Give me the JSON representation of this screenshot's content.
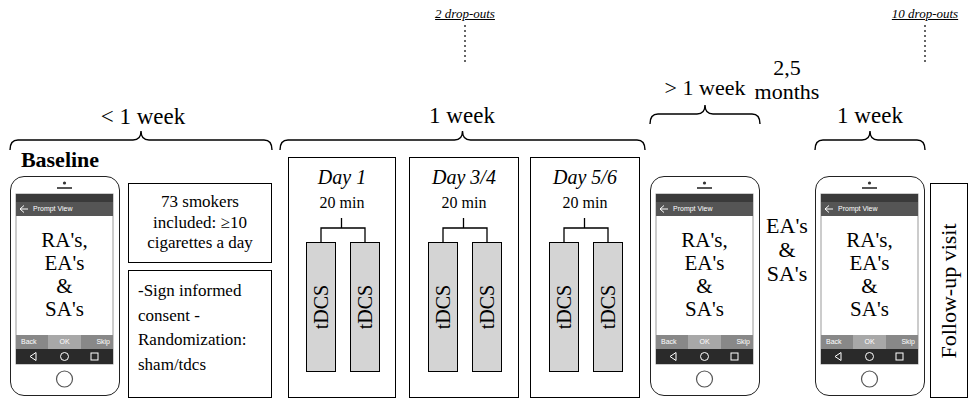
{
  "diagram": {
    "nodes": [
      {
        "text": [
          "Prompt View",
          "RA's, EA's & SA's",
          "Back",
          "OK",
          "Skip"
        ]
      },
      {
        "text": [
          "73 smokers included: ≥10 cigarettes a day"
        ]
      },
      {
        "text": [
          "-Sign informed consent -Randomization: sham/tdcs"
        ]
      },
      {
        "text": [
          "Day 1",
          "20 min"
        ]
      },
      {
        "text": [
          "tDCS"
        ],
        "in": 3
      },
      {
        "text": [
          "tDCS"
        ],
        "in": 3
      },
      {
        "text": [
          "Day 3/4",
          "20 min"
        ]
      },
      {
        "text": [
          "tDCS"
        ],
        "in": 6
      },
      {
        "text": [
          "tDCS"
        ],
        "in": 6
      },
      {
        "text": [
          "Day 5/6",
          "20 min"
        ]
      },
      {
        "text": [
          "tDCS"
        ],
        "in": 9
      },
      {
        "text": [
          "tDCS"
        ],
        "in": 9
      },
      {
        "text": [
          "Prompt View",
          "RA's, EA's & SA's",
          "Back",
          "OK",
          "Skip"
        ]
      },
      {
        "text": [
          "Prompt View",
          "RA's, EA's & SA's",
          "Back",
          "OK",
          "Skip"
        ]
      },
      {
        "text": [
          "Follow-up visit"
        ]
      }
    ],
    "labels": [
      "2 drop-outs",
      "10 drop-outs",
      "< 1 week",
      "1 week",
      "> 1 week",
      "2,5 months",
      "1 week",
      "Baseline",
      "EA's & SA's"
    ]
  }
}
